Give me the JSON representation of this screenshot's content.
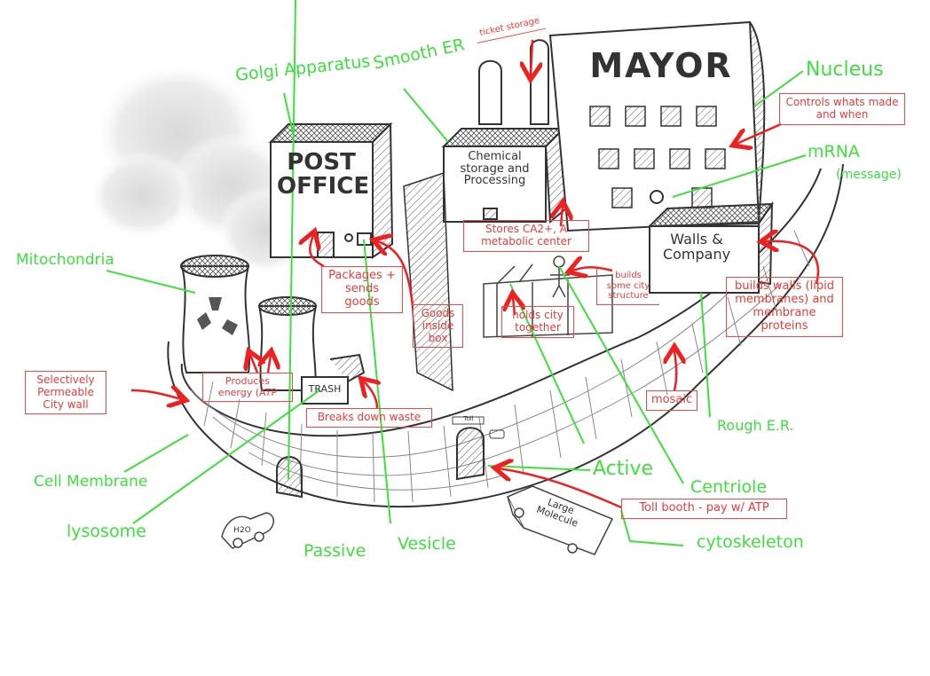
{
  "diagram": {
    "type": "cell-as-city analogy sketch",
    "colors": {
      "organelle_label": "#3ee03e",
      "function_note": "#f03a3a",
      "sketch": "#333333"
    }
  },
  "buildings": {
    "post_office": "POST OFFICE",
    "mayor": "MAYOR",
    "chemical_storage": "Chemical storage and Processing",
    "walls_company": "Walls & Company",
    "trash": "TRASH",
    "toll": "Toll",
    "truck_cargo": "Large Molecule",
    "car_cargo": "H2O"
  },
  "organelle_labels": [
    {
      "id": "golgi",
      "text": "Golgi Apparatus"
    },
    {
      "id": "smooth-er",
      "text": "Smooth ER"
    },
    {
      "id": "nucleus",
      "text": "Nucleus"
    },
    {
      "id": "mrna",
      "text": "mRNA"
    },
    {
      "id": "mrna-sub",
      "text": "(message)"
    },
    {
      "id": "mitochondria",
      "text": "Mitochondria"
    },
    {
      "id": "cell-membrane",
      "text": "Cell Membrane"
    },
    {
      "id": "lysosome",
      "text": "lysosome"
    },
    {
      "id": "passive",
      "text": "Passive"
    },
    {
      "id": "vesicle",
      "text": "Vesicle"
    },
    {
      "id": "active",
      "text": "Active"
    },
    {
      "id": "centriole",
      "text": "Centriole"
    },
    {
      "id": "cytoskeleton",
      "text": "cytoskeleton"
    },
    {
      "id": "rough-er",
      "text": "Rough E.R."
    }
  ],
  "function_notes": [
    {
      "id": "ticket-storage",
      "text": "ticket storage"
    },
    {
      "id": "controls",
      "text": "Controls whats made and when"
    },
    {
      "id": "stores-ca",
      "text": "Stores CA2+, A metabolic center"
    },
    {
      "id": "packages",
      "text": "Packages + sends goods"
    },
    {
      "id": "goods-box",
      "text": "Goods inside box"
    },
    {
      "id": "builds-structure",
      "text": "builds some city structure"
    },
    {
      "id": "holds-city",
      "text": "holds city together"
    },
    {
      "id": "builds-walls",
      "text": "builds walls (lipid membranes) and membrane proteins"
    },
    {
      "id": "selectively",
      "text": "Selectively Permeable City wall"
    },
    {
      "id": "produces-energy",
      "text": "Produces energy (ATP"
    },
    {
      "id": "breaks-waste",
      "text": "Breaks down waste"
    },
    {
      "id": "mosaic",
      "text": "mosaic"
    },
    {
      "id": "tollbooth",
      "text": "Toll booth - pay w/ ATP"
    }
  ]
}
